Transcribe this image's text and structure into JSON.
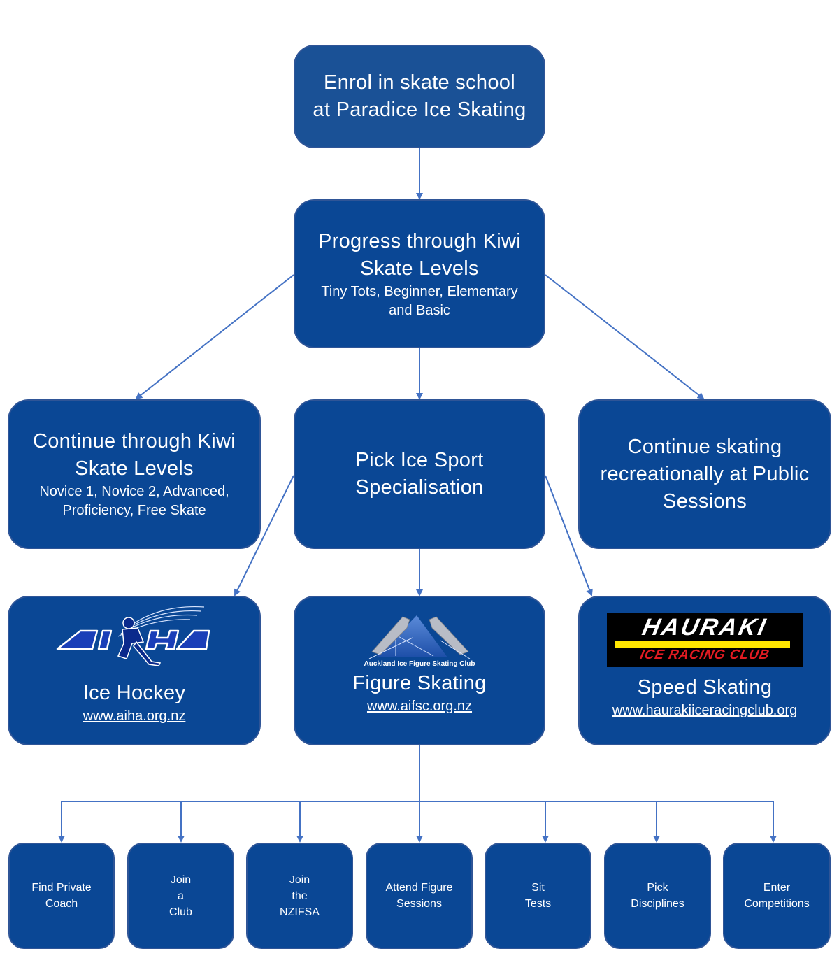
{
  "diagram": {
    "colors": {
      "box_fill": "#0a4795",
      "box_border": "#2f5597",
      "arrow": "#4472c4",
      "text": "#ffffff"
    },
    "nodes": {
      "enrol": {
        "lines": [
          "Enrol in skate school",
          "at Paradice Ice Skating"
        ]
      },
      "progress": {
        "title_lines": [
          "Progress through Kiwi",
          "Skate Levels"
        ],
        "sub_lines": [
          "Tiny Tots, Beginner, Elementary",
          "and Basic"
        ]
      },
      "continue_levels": {
        "title_lines": [
          "Continue through Kiwi",
          "Skate Levels"
        ],
        "sub_lines": [
          "Novice 1, Novice 2, Advanced,",
          "Proficiency, Free Skate"
        ]
      },
      "pick_sport": {
        "lines": [
          "Pick Ice Sport",
          "Specialisation"
        ]
      },
      "recreational": {
        "lines": [
          "Continue skating",
          "recreationally at Public",
          "Sessions"
        ]
      },
      "ice_hockey": {
        "logo": "AIHA",
        "logo_icon": "aiha-hockey-player-logo",
        "title": "Ice Hockey",
        "link": "www.aiha.org.nz"
      },
      "figure_skating": {
        "logo_caption": "Auckland Ice Figure Skating Club",
        "logo_icon": "figure-skates-mountain-logo",
        "title": "Figure Skating",
        "link": "www.aifsc.org.nz"
      },
      "speed_skating": {
        "logo_line1": "HAURAKI",
        "logo_line2": "ICE RACING CLUB",
        "logo_icon": "hauraki-ice-racing-logo",
        "title": "Speed Skating",
        "link": "www.haurakiiceracingclub.org"
      }
    },
    "figure_steps": [
      {
        "lines": [
          "Find Private",
          "Coach"
        ]
      },
      {
        "lines": [
          "Join",
          "a",
          "Club"
        ]
      },
      {
        "lines": [
          "Join",
          "the",
          "NZIFSA"
        ]
      },
      {
        "lines": [
          "Attend Figure",
          "Sessions"
        ]
      },
      {
        "lines": [
          "Sit",
          "Tests"
        ]
      },
      {
        "lines": [
          "Pick",
          "Disciplines"
        ]
      },
      {
        "lines": [
          "Enter",
          "Competitions"
        ]
      }
    ],
    "edges": [
      [
        "enrol",
        "progress"
      ],
      [
        "progress",
        "continue_levels"
      ],
      [
        "progress",
        "pick_sport"
      ],
      [
        "progress",
        "recreational"
      ],
      [
        "pick_sport",
        "ice_hockey"
      ],
      [
        "pick_sport",
        "figure_skating"
      ],
      [
        "pick_sport",
        "speed_skating"
      ],
      [
        "figure_skating",
        "figure_steps"
      ]
    ]
  }
}
